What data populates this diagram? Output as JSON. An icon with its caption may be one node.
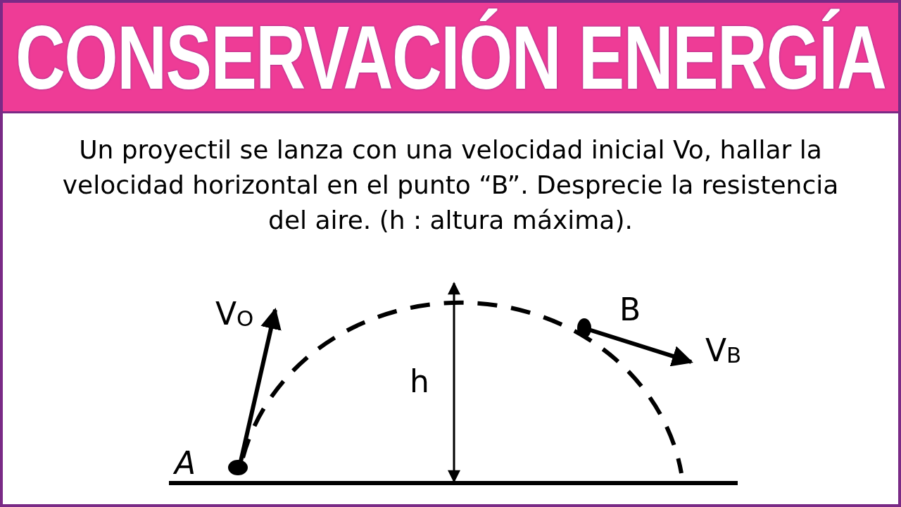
{
  "diagram": {
    "title": "CONSERVACIÓN ENERGÍA",
    "labels": [
      "Un proyectil se lanza con una velocidad inicial Vo, hallar la velocidad horizontal en el punto “B”. Desprecie la resistencia del aire. (h : altura máxima).",
      "B",
      "V$_{O}$",
      "V$_{B}$",
      "h",
      "A"
    ]
  }
}
